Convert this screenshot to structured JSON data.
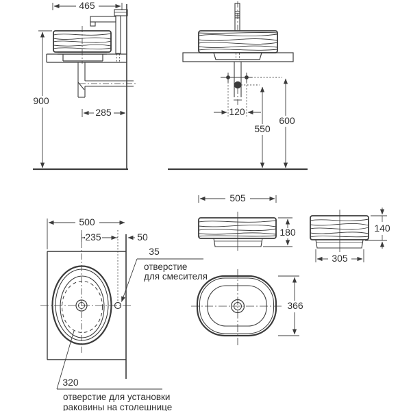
{
  "colors": {
    "line": "#3b3b3b",
    "text": "#2f2f2f",
    "background": "#ffffff"
  },
  "views": {
    "side_install": {
      "countertop_depth": "465",
      "mounting_height": "900",
      "drain_offset": "285"
    },
    "front_install": {
      "holes_spacing": "120",
      "drain_height": "550",
      "outlet_height": "600"
    },
    "sink_front": {
      "width": "505",
      "height": "180"
    },
    "sink_side": {
      "width": "305",
      "height": "140"
    },
    "plan_install": {
      "countertop_width": "500",
      "faucet_offset": "235",
      "edge_offset": "50",
      "faucet_hole_diameter": "35",
      "cutout_width": "320",
      "faucet_hole_label_1": "отверстие",
      "faucet_hole_label_2": "для смесителя",
      "cutout_label_1": "отверстие для установки",
      "cutout_label_2": "раковины на столешнице"
    },
    "sink_plan": {
      "depth": "366"
    }
  }
}
